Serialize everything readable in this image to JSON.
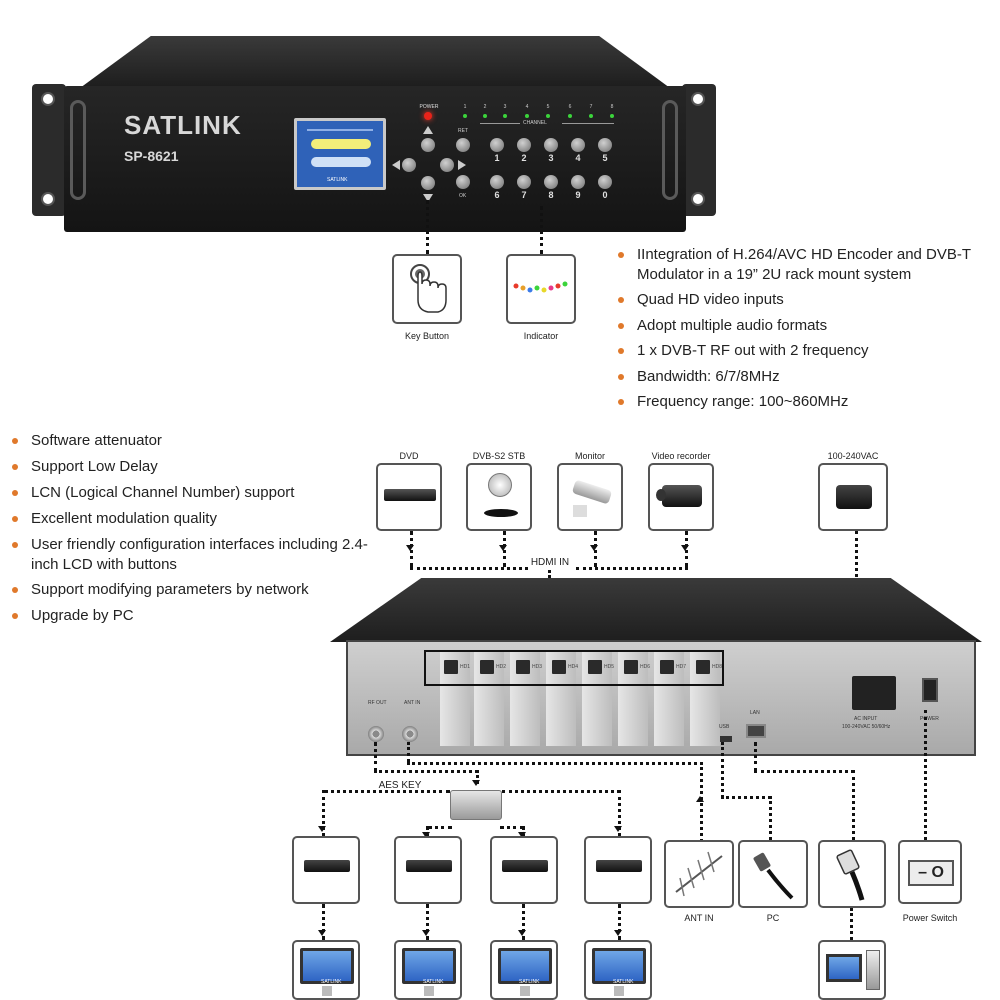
{
  "front_panel": {
    "brand": "SATLINK",
    "model": "SP-8621",
    "power_label": "POWER",
    "ret_label": "RET",
    "ok_label": "OK",
    "channel_label": "CHANNEL",
    "led_numbers": [
      "1",
      "2",
      "3",
      "4",
      "5",
      "6",
      "7",
      "8"
    ],
    "keypad_digits": [
      "1",
      "2",
      "3",
      "4",
      "5",
      "6",
      "7",
      "8",
      "9",
      "0"
    ],
    "lcd_brand": "SATLINK"
  },
  "callouts": {
    "key_button": "Key Button",
    "indicator": "Indicator"
  },
  "features_right": [
    "IIntegration of H.264/AVC HD Encoder and DVB-T Modulator in a 19” 2U rack mount system",
    "Quad HD video inputs",
    "Adopt multiple audio formats",
    "1 x DVB-T RF out with 2 frequency",
    "Bandwidth: 6/7/8MHz",
    "Frequency range: 100~860MHz"
  ],
  "features_left": [
    "Software attenuator",
    "Support Low Delay",
    "LCN (Logical Channel Number) support",
    "Excellent modulation quality",
    "User friendly configuration interfaces including 2.4-inch LCD with buttons",
    "Support modifying parameters by network",
    "Upgrade by PC"
  ],
  "inputs": {
    "dvd": "DVD",
    "stb": "DVB-S2 STB",
    "monitor": "Monitor",
    "recorder": "Video recorder",
    "power_supply": "100-240VAC",
    "hdmi_in": "HDMI IN"
  },
  "rear_panel": {
    "rf_out": "RF OUT",
    "ant_in": "ANT IN",
    "usb": "USB",
    "lan": "LAN",
    "ac_input": "AC INPUT",
    "ac_spec": "100-240VAC 50/60Hz",
    "power": "POWER",
    "hdmi_ports": [
      "HD1",
      "HD2",
      "HD3",
      "HD4",
      "HD5",
      "HD6",
      "HD7",
      "HD8"
    ]
  },
  "outputs": {
    "aes_key": "AES KEY",
    "ant_in": "ANT IN",
    "pc": "PC",
    "power_switch": "Power Switch",
    "switch_symbol": "– O",
    "tv_brand": "SATLINK"
  },
  "colors": {
    "bullet": "#e0792b",
    "chassis": "#1d1d1d",
    "lcd_screen": "#2f62b8",
    "led_green": "#3bd43b",
    "power_led": "#e8231a"
  }
}
